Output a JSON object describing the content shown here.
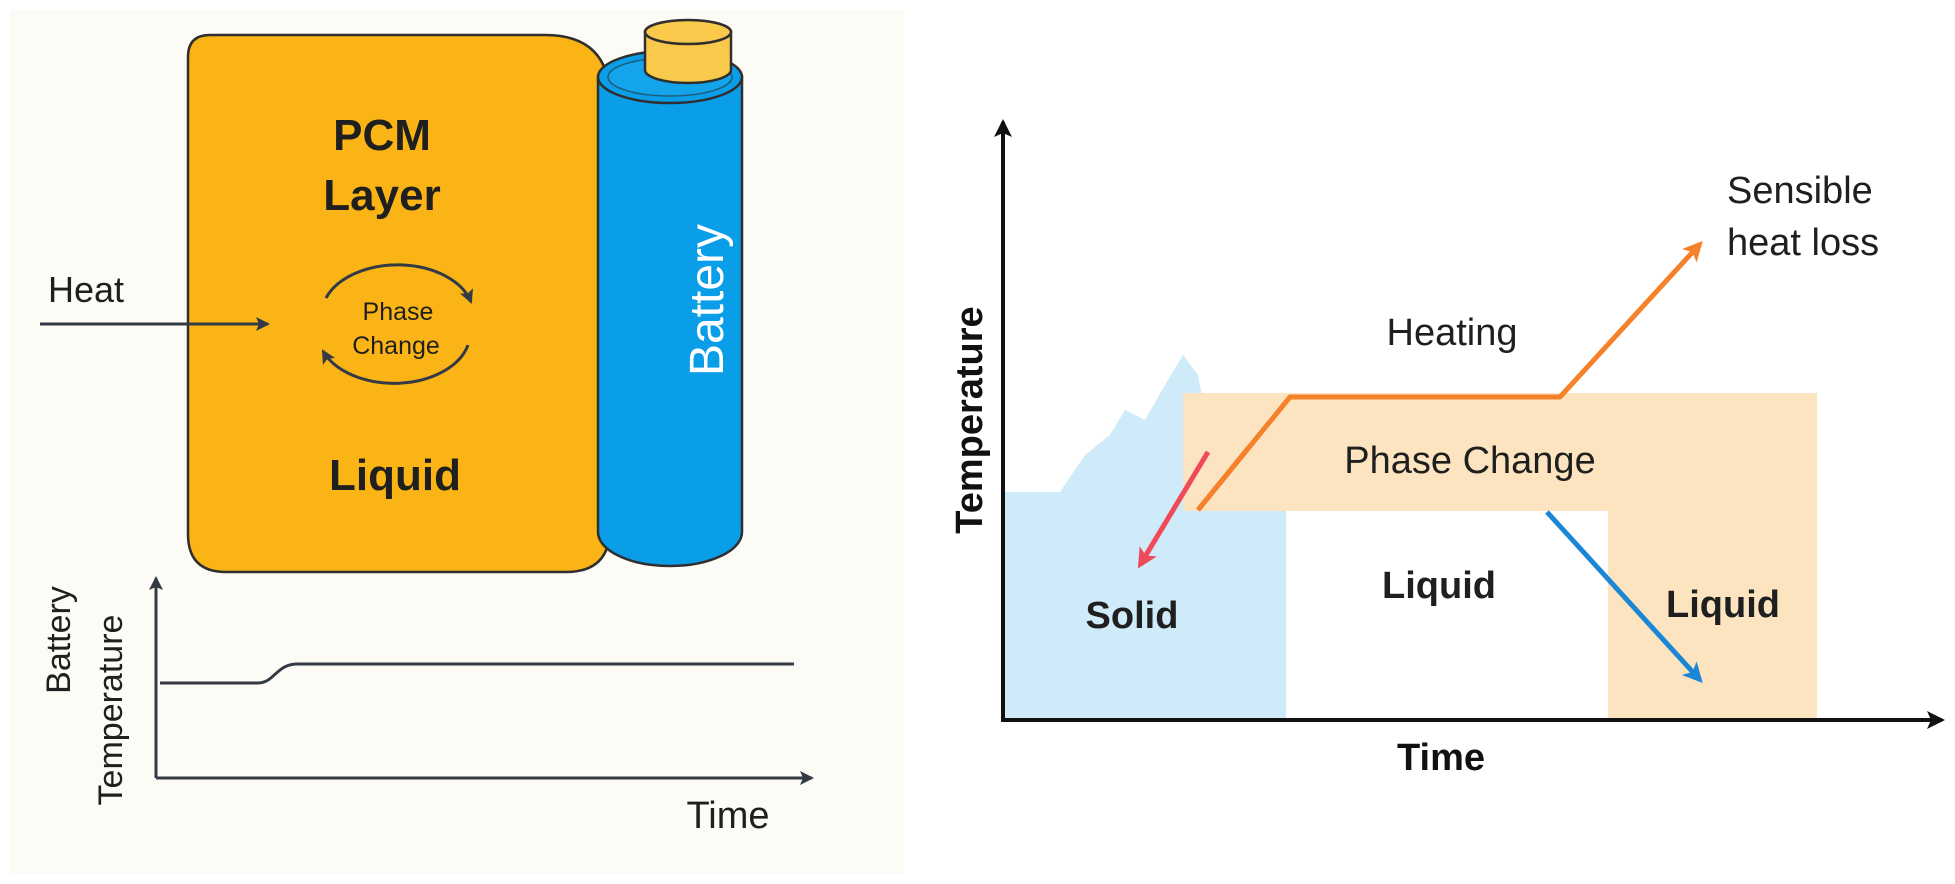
{
  "left": {
    "pcm_title_line1": "PCM",
    "pcm_title_line2": "Layer",
    "heat_label": "Heat",
    "phase_change_line1": "Phase",
    "phase_change_line2": "Change",
    "liquid_label": "Liquid",
    "battery_label": "Battery",
    "graph": {
      "ylabel_line1": "Battery",
      "ylabel_line2": "Temperature",
      "xlabel": "Time"
    }
  },
  "right": {
    "ylabel": "Temperature",
    "xlabel": "Time",
    "heating_label": "Heating",
    "phase_change_label": "Phase Change",
    "sensible_line1": "Sensible",
    "sensible_line2": "heat loss",
    "solid_label": "Solid",
    "liquid_center_label": "Liquid",
    "liquid_right_label": "Liquid"
  },
  "colors": {
    "pcm": "#fbb416",
    "battery": "#0a9ee8",
    "battery_cap": "#f8c94a",
    "solid_region": "#cfeaf8",
    "phase_region": "#fbe4bf",
    "orange_arrow": "#f5822a",
    "red_arrow": "#f04a5a",
    "blue_arrow": "#1b86d6",
    "axis": "#111111"
  }
}
